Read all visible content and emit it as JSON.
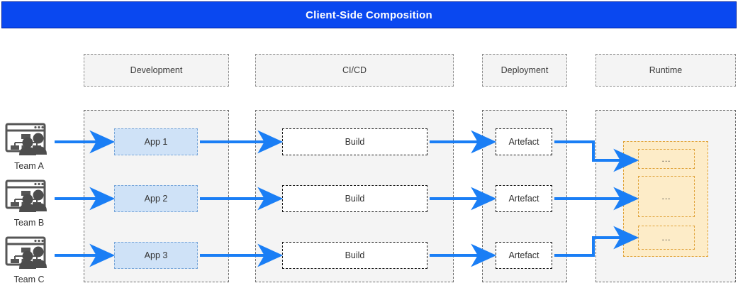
{
  "header": {
    "title": "Client-Side Composition",
    "background_color": "#0a48f0",
    "text_color": "#ffffff"
  },
  "phases": [
    {
      "id": "development",
      "label": "Development"
    },
    {
      "id": "cicd",
      "label": "CI/CD"
    },
    {
      "id": "deployment",
      "label": "Deployment"
    },
    {
      "id": "runtime",
      "label": "Runtime"
    }
  ],
  "teams": [
    {
      "id": "team-a",
      "label": "Team A",
      "icon": "team-browser-orgchart-icon"
    },
    {
      "id": "team-b",
      "label": "Team B",
      "icon": "team-browser-orgchart-icon"
    },
    {
      "id": "team-c",
      "label": "Team C",
      "icon": "team-browser-orgchart-icon"
    }
  ],
  "rows": [
    {
      "app": "App 1",
      "build": "Build",
      "artefact": "Artefact",
      "runtime_slot": "..."
    },
    {
      "app": "App 2",
      "build": "Build",
      "artefact": "Artefact",
      "runtime_slot": "..."
    },
    {
      "app": "App 3",
      "build": "Build",
      "artefact": "Artefact",
      "runtime_slot": "..."
    }
  ],
  "colors": {
    "header_blue": "#0a48f0",
    "arrow_blue": "#1a7ef5",
    "app_fill": "#cfe2f7",
    "app_border": "#7aa7d9",
    "column_fill": "#f4f4f4",
    "column_border": "#6d6d6d",
    "runtime_fill": "#fdecc8",
    "runtime_border": "#e0a33a",
    "icon_gray": "#555555"
  }
}
